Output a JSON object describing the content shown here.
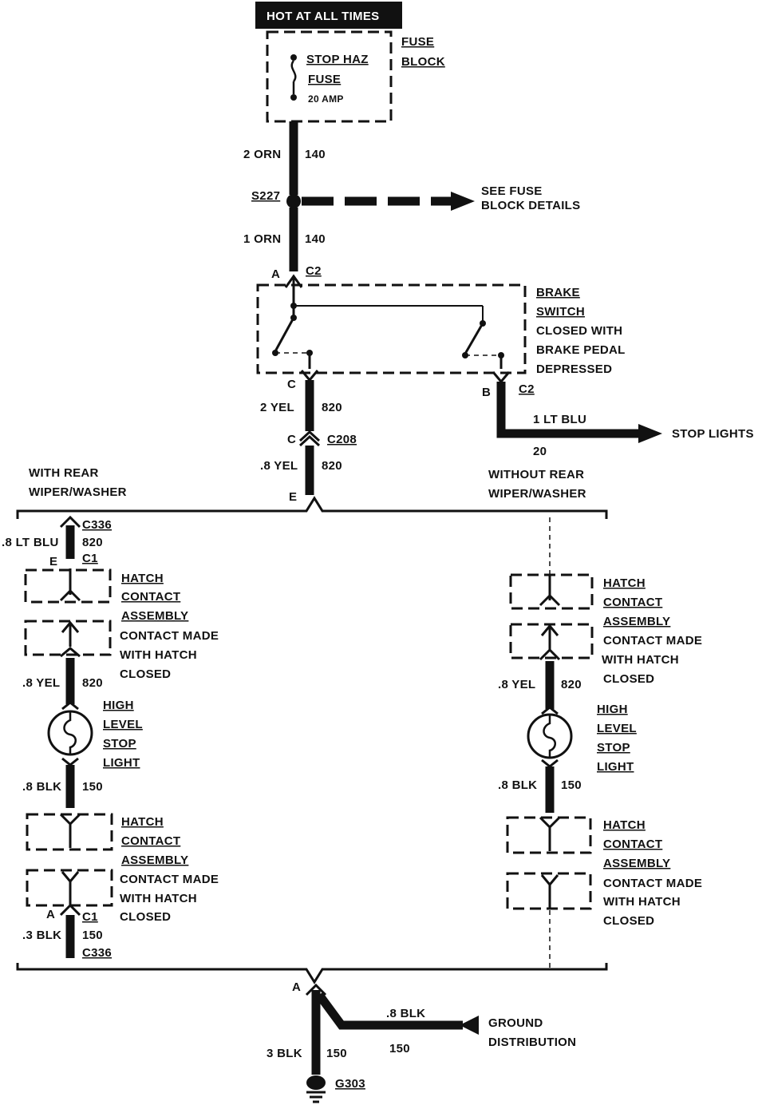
{
  "header": {
    "label": "HOT AT ALL TIMES"
  },
  "fuse_block": {
    "title_line1": "FUSE",
    "title_line2": "BLOCK",
    "fuse_line1": "STOP HAZ",
    "fuse_line2": "FUSE",
    "fuse_rating": "20 AMP"
  },
  "wires": {
    "top_gauge": "2 ORN",
    "top_circuit": "140",
    "mid_gauge": "1 ORN",
    "mid_circuit": "140",
    "yel2_gauge": "2 YEL",
    "yel2_circuit": "820",
    "yel8_gauge": ".8 YEL",
    "yel8_circuit": "820",
    "ltblu1_gauge": "1 LT BLU",
    "ltblu1_circuit": "20",
    "left_ltblu_gauge": ".8 LT BLU",
    "left_ltblu_circuit": "820",
    "left_yel_gauge": ".8 YEL",
    "left_yel_circuit": "820",
    "left_blk_gauge": ".8 BLK",
    "left_blk_circuit": "150",
    "left_blk3_gauge": ".3 BLK",
    "left_blk3_circuit": "150",
    "right_yel_gauge": ".8 YEL",
    "right_yel_circuit": "820",
    "right_blk_gauge": ".8 BLK",
    "right_blk_circuit": "150",
    "ground_gauge": "3 BLK",
    "ground_circuit": "150",
    "gdist_gauge": ".8 BLK",
    "gdist_circuit": "150"
  },
  "splice": {
    "label": "S227",
    "note_line1": "SEE FUSE",
    "note_line2": "BLOCK DETAILS"
  },
  "brake_switch": {
    "title_line1": "BRAKE",
    "title_line2": "SWITCH",
    "desc_line1": "CLOSED WITH",
    "desc_line2": "BRAKE PEDAL",
    "desc_line3": "DEPRESSED"
  },
  "connectors": {
    "a_pin": "A",
    "c2_top": "C2",
    "c_pin": "C",
    "b_pin": "B",
    "c2_b": "C2",
    "c208_pin": "C",
    "c208": "C208",
    "e_pin": "E",
    "c336_top": "C336",
    "e_c1_pin": "E",
    "c1_top": "C1",
    "a_c1_pin": "A",
    "c1_bottom": "C1",
    "c336_bottom": "C336",
    "ground_a_pin": "A",
    "g303": "G303"
  },
  "stop_lights": {
    "label": "STOP LIGHTS"
  },
  "branch_labels": {
    "with_line1": "WITH REAR",
    "with_line2": "WIPER/WASHER",
    "without_line1": "WITHOUT REAR",
    "without_line2": "WIPER/WASHER"
  },
  "hatch_contact": {
    "line1": "HATCH",
    "line2": "CONTACT",
    "line3": "ASSEMBLY",
    "line4": "CONTACT MADE",
    "line5": "WITH HATCH",
    "line6": "CLOSED"
  },
  "stop_light": {
    "line1": "HIGH",
    "line2": "LEVEL",
    "line3": "STOP",
    "line4": "LIGHT"
  },
  "ground_distribution": {
    "line1": "GROUND",
    "line2": "DISTRIBUTION"
  }
}
